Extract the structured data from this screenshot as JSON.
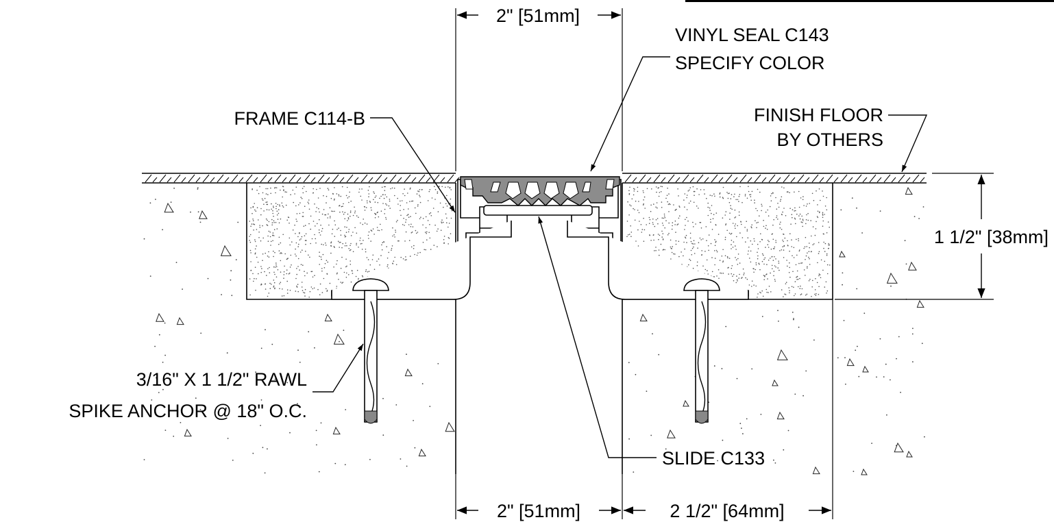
{
  "labels": {
    "dim_top_gap": "2\" [51mm]",
    "vinyl_seal_line1": "VINYL SEAL C143",
    "vinyl_seal_line2": "SPECIFY COLOR",
    "frame": "FRAME C114-B",
    "finish_floor_line1": "FINISH FLOOR",
    "finish_floor_line2": "BY OTHERS",
    "dim_depth": "1 1/2\" [38mm]",
    "anchor_line1": "3/16\" X 1 1/2\" RAWL",
    "anchor_line2": "SPIKE ANCHOR @ 18\" O.C.",
    "slide": "SLIDE C133",
    "dim_bottom_gap": "2\" [51mm]",
    "dim_bottom_right": "2 1/2\" [64mm]"
  },
  "colors": {
    "line": "#000000",
    "seal_fill": "#8c8c8c",
    "stipple": "#555555",
    "background": "#ffffff"
  }
}
